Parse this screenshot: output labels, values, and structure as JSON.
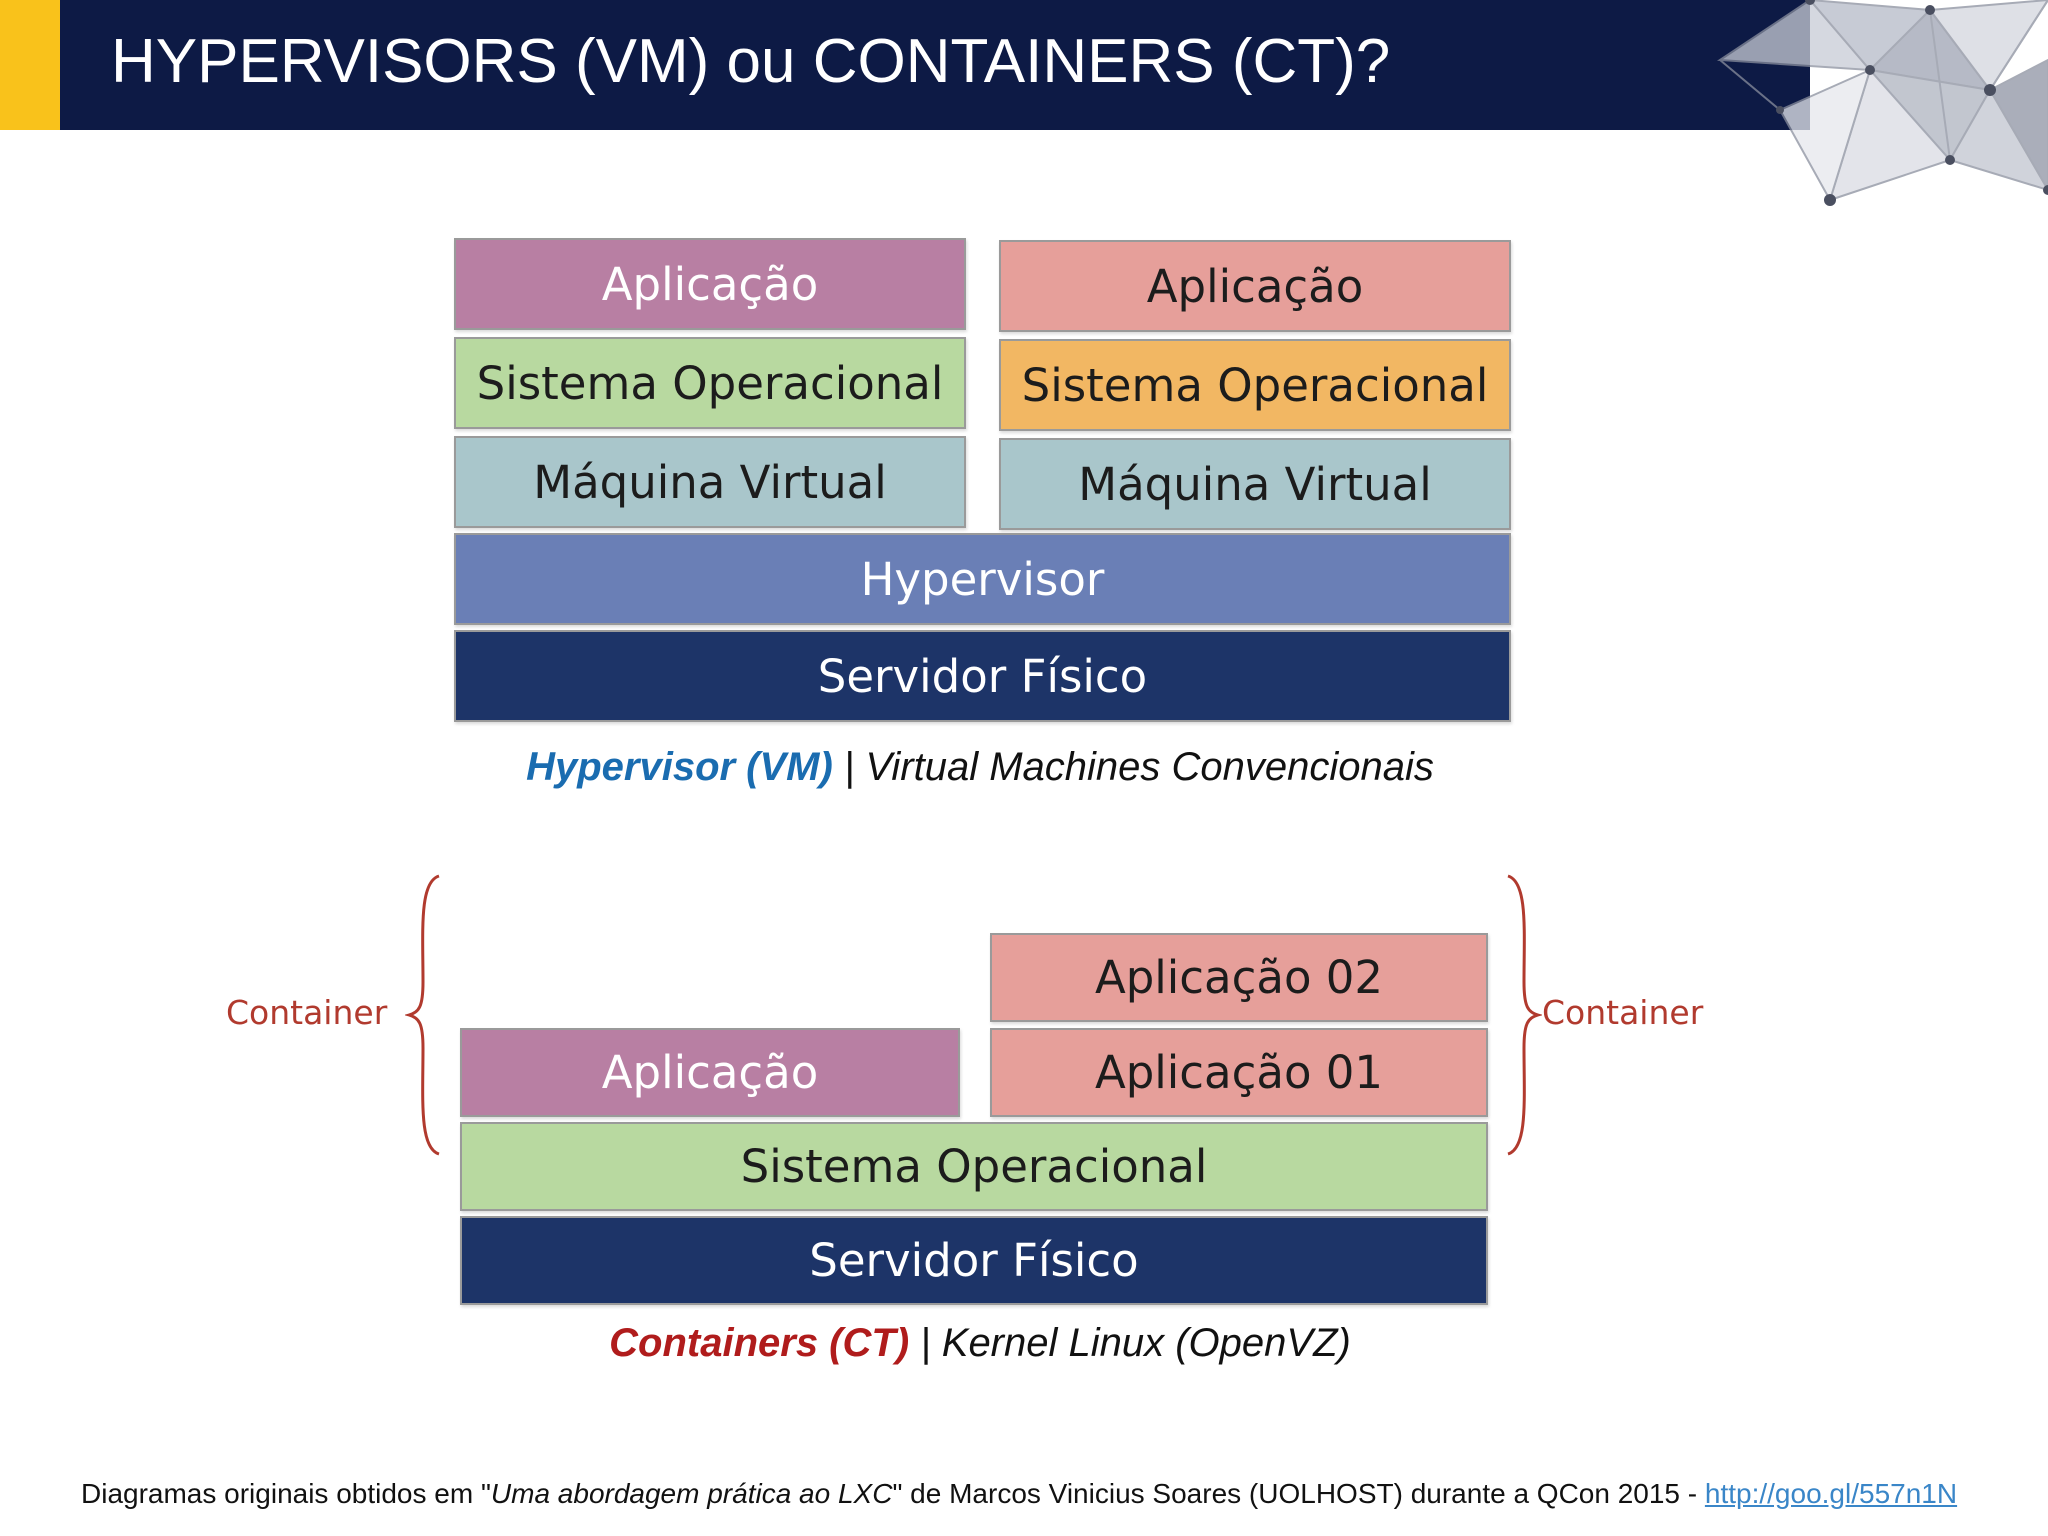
{
  "header": {
    "title": "HYPERVISORS (VM) ou CONTAINERS (CT)?"
  },
  "vm_diagram": {
    "left_stack": [
      "Aplicação",
      "Sistema Operacional",
      "Máquina Virtual"
    ],
    "right_stack": [
      "Aplicação",
      "Sistema Operacional",
      "Máquina Virtual"
    ],
    "hypervisor": "Hypervisor",
    "server": "Servidor Físico",
    "caption_bold": "Hypervisor (VM)",
    "caption_rest": " | Virtual Machines Convencionais"
  },
  "ct_diagram": {
    "left_app": "Aplicação",
    "right_app_top": "Aplicação 02",
    "right_app_bottom": "Aplicação 01",
    "os": "Sistema Operacional",
    "server": "Servidor Físico",
    "left_label": "Container",
    "right_label": "Container",
    "caption_bold": "Containers (CT)",
    "caption_rest": " | Kernel Linux (OpenVZ)"
  },
  "colors": {
    "header_bg": "#0d1a45",
    "accent": "#f9c21b",
    "purple": "#b87fa3",
    "salmon": "#e69f9a",
    "green": "#b8d9a0",
    "orange": "#f2b763",
    "gray": "#a9c6cb",
    "hypervisor_blue": "#6a7fb6",
    "navy": "#1d3468",
    "caption_vm": "#1a6cb0",
    "caption_ct": "#b01c1c"
  },
  "footer": {
    "prefix": "Diagramas originais obtidos em \"",
    "source_title": "Uma abordagem prática ao LXC",
    "middle": "\" de Marcos Vinicius Soares (UOLHOST) durante a QCon 2015 - ",
    "link": "http://goo.gl/557n1N"
  }
}
